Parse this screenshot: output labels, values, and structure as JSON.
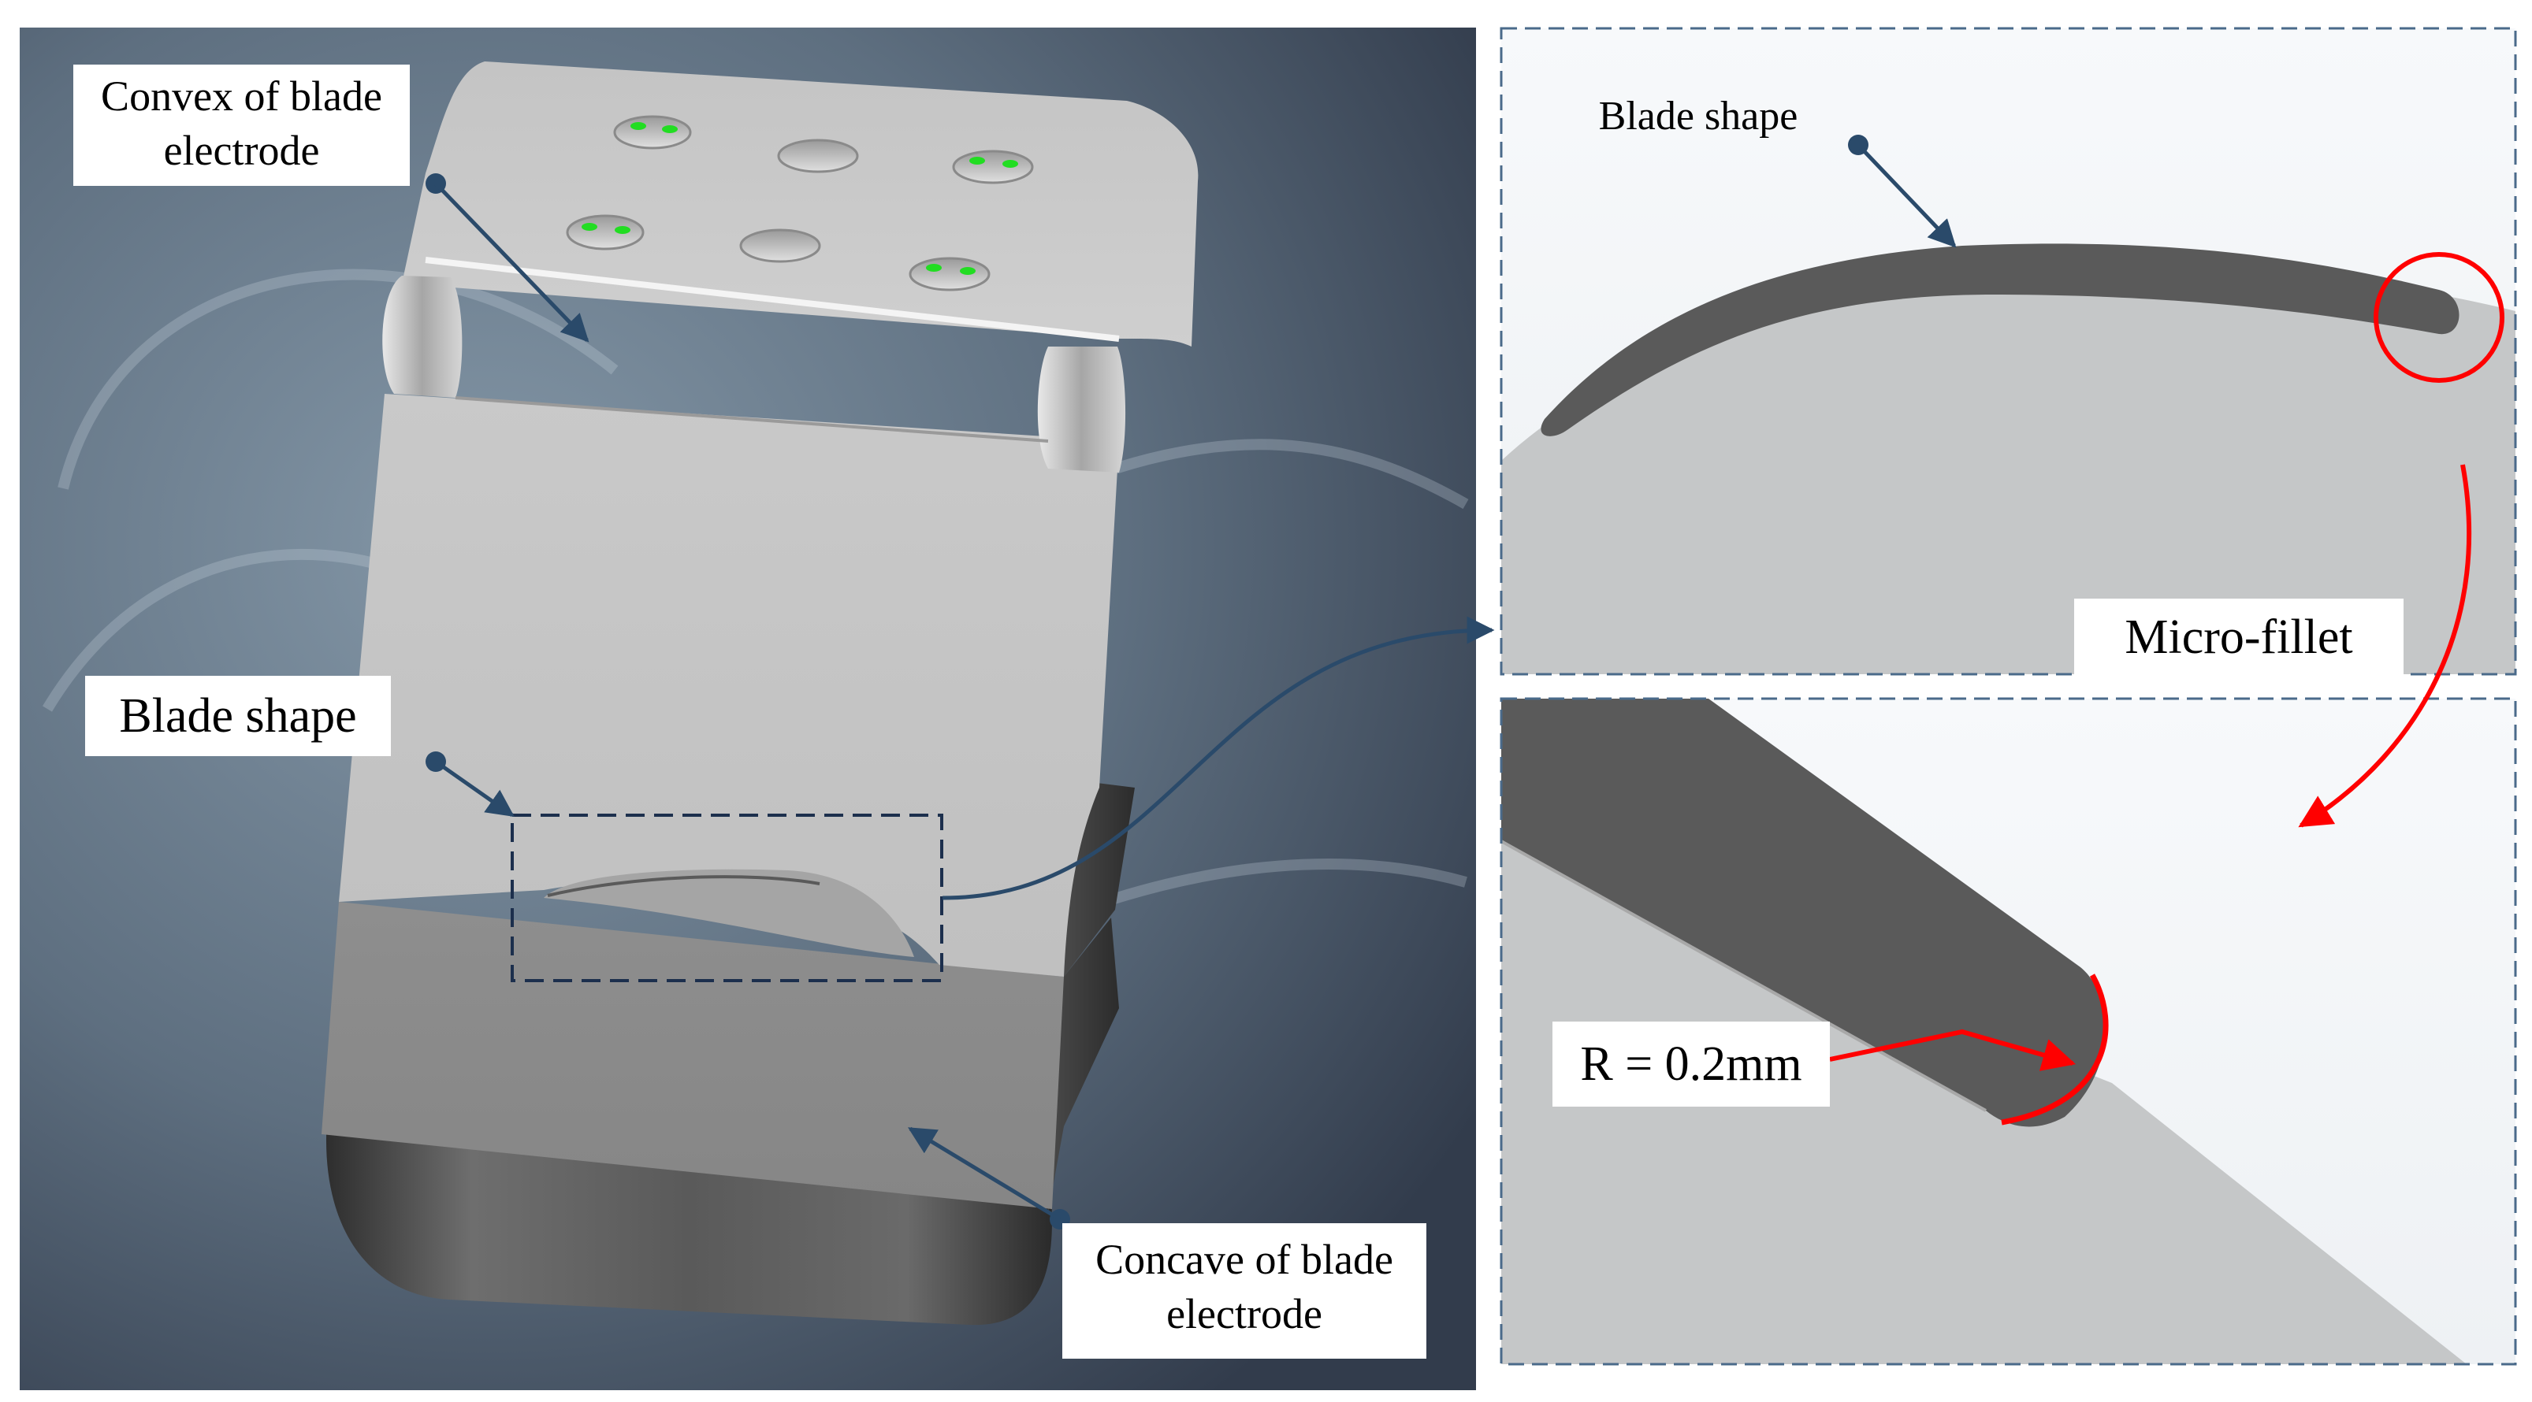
{
  "left_panel": {
    "label_convex": "Convex of blade electrode",
    "label_blade_shape": "Blade shape",
    "label_concave": "Concave of blade electrode"
  },
  "right_top_panel": {
    "label_blade_shape": "Blade shape",
    "label_micro_fillet": "Micro-fillet"
  },
  "right_bottom_panel": {
    "label_radius": "R = 0.2mm"
  },
  "colors": {
    "arrow_navy": "#2a4a6a",
    "highlight_red": "#ff0000",
    "blade_dark": "#5a5a5a",
    "background_gray": "#c5c7c8"
  }
}
